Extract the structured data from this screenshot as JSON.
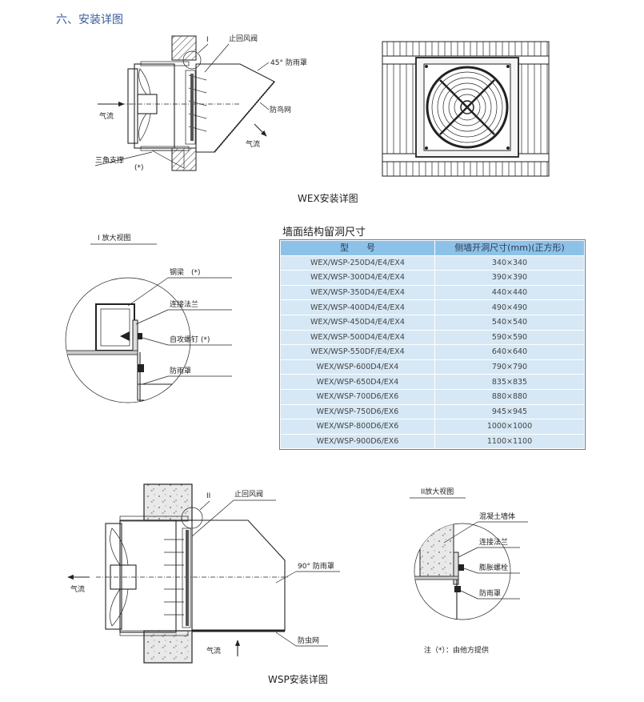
{
  "section_heading": "六、安装详图",
  "wex": {
    "caption": "WEX安装详图",
    "labels": {
      "detail_marker": "I",
      "check_damper": "止回风阀",
      "rain_hood_45": "45° 防雨罩",
      "bird_screen": "防鸟网",
      "airflow_in": "气流",
      "airflow_out": "气流",
      "triangle_bracket": "三角支撑",
      "supplied_note": "(*)"
    }
  },
  "detail_i": {
    "title": "I 放大视图",
    "labels": {
      "steel_beam": "钢梁　(*)",
      "flange": "连接法兰",
      "tapping_screw": "自攻螺钉 (*)",
      "rain_hood": "防雨罩"
    }
  },
  "table": {
    "title": "墙面结构留洞尺寸",
    "headers": [
      "型　　号",
      "侧墙开洞尺寸(mm)(正方形)"
    ],
    "rows": [
      [
        "WEX/WSP-250D4/E4/EX4",
        "340×340"
      ],
      [
        "WEX/WSP-300D4/E4/EX4",
        "390×390"
      ],
      [
        "WEX/WSP-350D4/E4/EX4",
        "440×440"
      ],
      [
        "WEX/WSP-400D4/E4/EX4",
        "490×490"
      ],
      [
        "WEX/WSP-450D4/E4/EX4",
        "540×540"
      ],
      [
        "WEX/WSP-500D4/E4/EX4",
        "590×590"
      ],
      [
        "WEX/WSP-550DF/E4/EX4",
        "640×640"
      ],
      [
        "WEX/WSP-600D4/EX4",
        "790×790"
      ],
      [
        "WEX/WSP-650D4/EX4",
        "835×835"
      ],
      [
        "WEX/WSP-700D6/EX6",
        "880×880"
      ],
      [
        "WEX/WSP-750D6/EX6",
        "945×945"
      ],
      [
        "WEX/WSP-800D6/EX6",
        "1000×1000"
      ],
      [
        "WEX/WSP-900D6/EX6",
        "1100×1100"
      ]
    ]
  },
  "wsp": {
    "caption": "WSP安装详图",
    "labels": {
      "detail_marker": "II",
      "check_damper": "止回风阀",
      "rain_hood_90": "90° 防雨罩",
      "airflow_left": "气流",
      "airflow_bottom": "气流",
      "insect_screen": "防虫网"
    }
  },
  "detail_ii": {
    "title": "II放大视图",
    "labels": {
      "concrete_wall": "混凝土墙体",
      "flange": "连接法兰",
      "expansion_bolt": "膨胀螺栓",
      "rain_hood": "防雨罩"
    },
    "note": "注（*）：由他方提供"
  }
}
